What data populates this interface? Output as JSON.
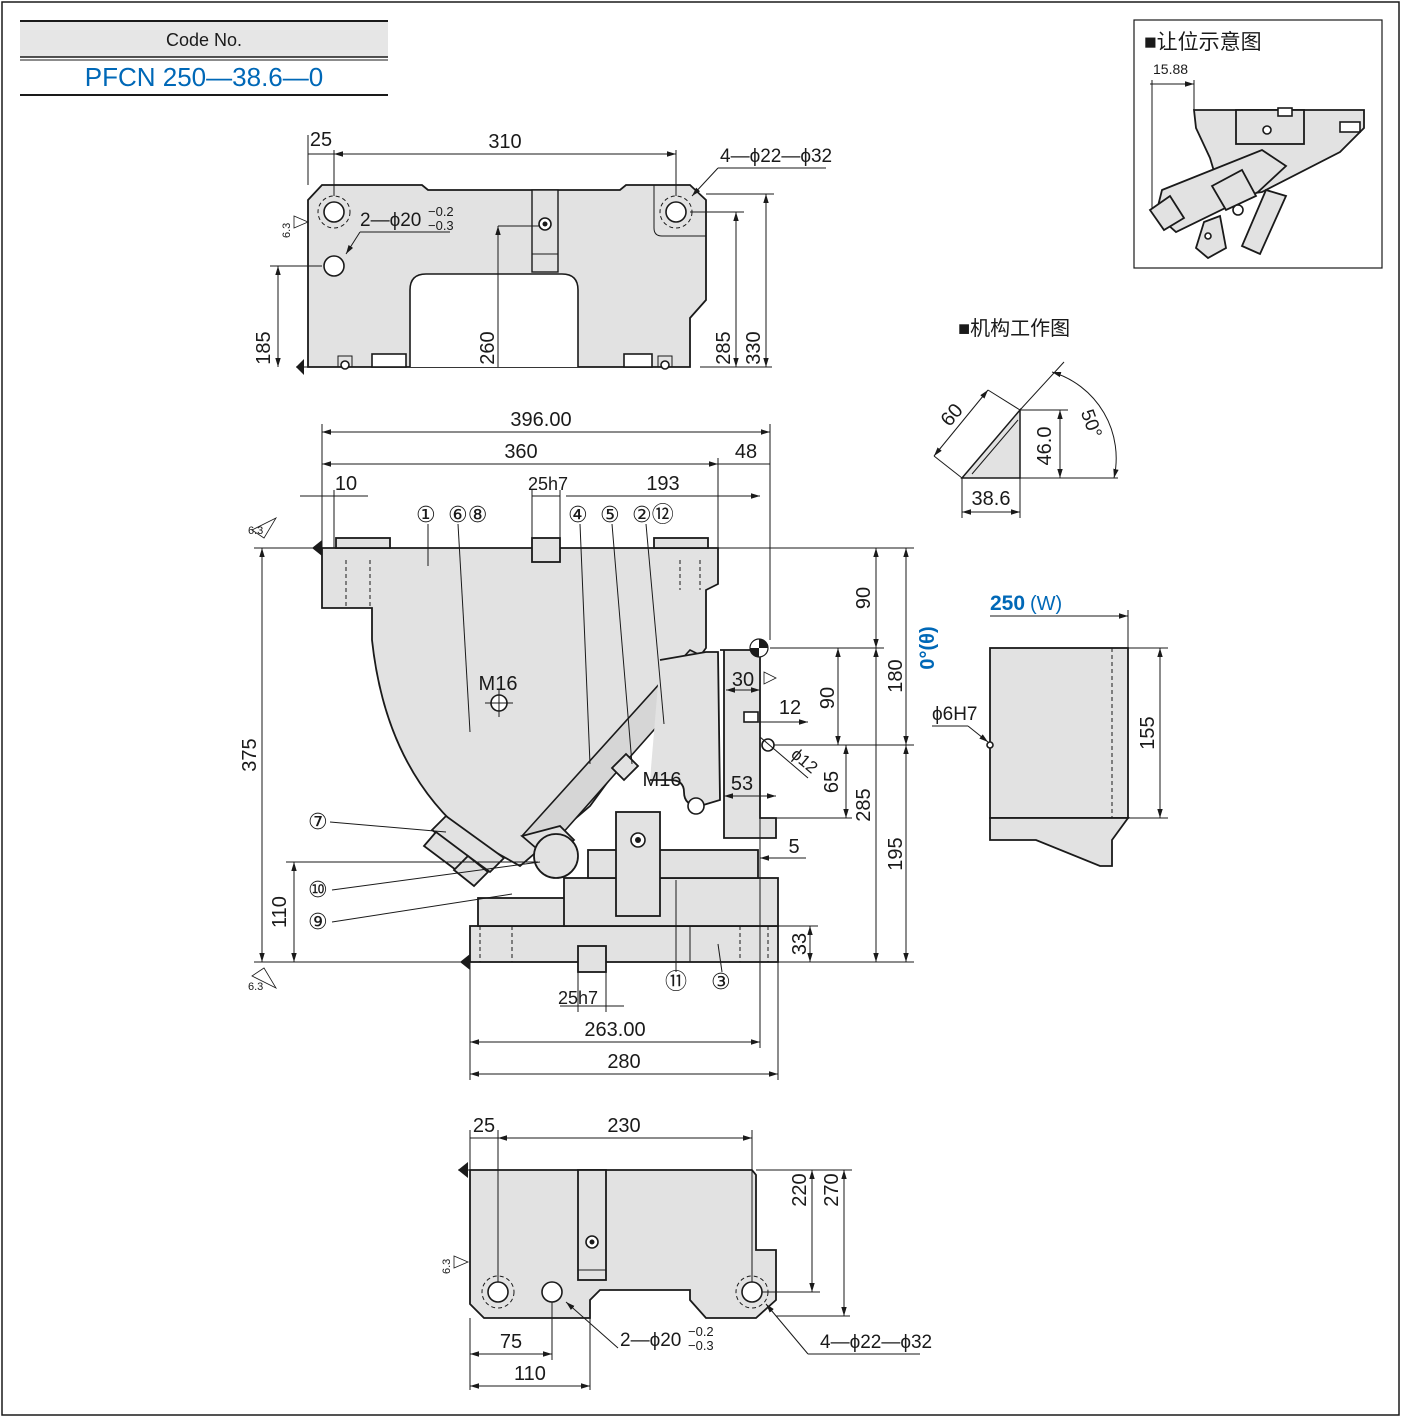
{
  "code_block": {
    "header": "Code No.",
    "value": "PFCN 250—38.6—0"
  },
  "clearance_diagram": {
    "title": "■让位示意图",
    "dim": "15.88"
  },
  "mechanism_diagram": {
    "title": "■机构工作图",
    "hyp": "60",
    "height": "46.0",
    "base": "38.6",
    "angle": "50°"
  },
  "top_view": {
    "dims": [
      "25",
      "310",
      "185",
      "260",
      "285",
      "330"
    ],
    "hole_a": "4—ϕ22—ϕ32",
    "hole_b_prefix": "2—ϕ20",
    "tol_upper": "−0.2",
    "tol_lower": "−0.3",
    "rough": "6.3"
  },
  "front_view": {
    "overall_top": "396.00",
    "width_360": "360",
    "dim_48": "48",
    "dim_10": "10",
    "key_top": "25h7",
    "dim_193": "193",
    "right_dims": [
      "90",
      "180",
      "285",
      "195"
    ],
    "angle_label": "0°(θ)",
    "dim_30": "30",
    "dim_90b": "90",
    "dim_12": "12",
    "dim_phi12": "ϕ12",
    "dim_65": "65",
    "dim_53": "53",
    "dim_5": "5",
    "dim_33": "33",
    "m16_a": "M16",
    "m16_b": "M16",
    "left_375": "375",
    "left_110": "110",
    "key_bottom": "25h7",
    "dim_263": "263.00",
    "dim_280": "280",
    "rough": "6.3",
    "balloons": [
      "①",
      "⑥⑧",
      "④",
      "⑤",
      "②⑫",
      "⑦",
      "⑩",
      "⑨",
      "⑪",
      "③"
    ]
  },
  "side_view": {
    "width_label": "250",
    "width_suffix": "(W)",
    "pin": "ϕ6H7",
    "height": "155"
  },
  "bottom_view": {
    "dims": [
      "25",
      "230",
      "220",
      "270",
      "75",
      "110"
    ],
    "hole_a": "4—ϕ22—ϕ32",
    "hole_b_prefix": "2—ϕ20",
    "tol_upper": "−0.2",
    "tol_lower": "−0.3",
    "rough": "6.3"
  },
  "colors": {
    "accent_blue": "#0068b7",
    "part_fill": "#e2e2e2",
    "line": "#1a1a1a"
  }
}
